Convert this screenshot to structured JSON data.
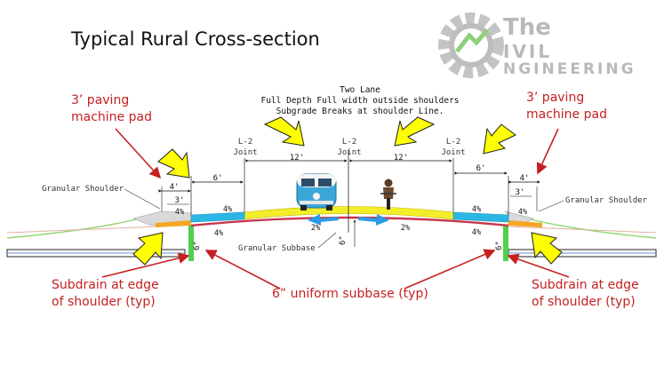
{
  "slide_title": "Typical Rural Cross-section",
  "logo": {
    "line1": "The",
    "line2": "IVIL",
    "line3": "NGINEERING"
  },
  "callouts": {
    "pad_left_line1": "3’ paving",
    "pad_left_line2": "machine pad",
    "pad_right_line1": "3’ paving",
    "pad_right_line2": "machine pad",
    "subdrain_left_line1": "Subdrain at edge",
    "subdrain_left_line2": "of shoulder (typ)",
    "subdrain_right_line1": "Subdrain at edge",
    "subdrain_right_line2": "of shoulder (typ)",
    "subbase": "6” uniform subbase (typ)"
  },
  "header_note": {
    "line1": "Two Lane",
    "line2": "Full Depth Full width outside shoulders",
    "line3": "Subgrade Breaks at shoulder Line."
  },
  "joints": {
    "left_l": "L-2",
    "left_j": "Joint",
    "center_l": "L-2",
    "center_j": "Joint",
    "right_l": "L-2",
    "right_j": "Joint"
  },
  "dimensions": {
    "lane_left": "12'",
    "lane_right": "12'",
    "shoulder_left": "6'",
    "shoulder_right": "6'",
    "pad4_left": "4'",
    "pad4_right": "4'",
    "pad3_left": "3'",
    "pad3_right": "3'",
    "subbase_depth_left": "6\"",
    "subbase_depth_center": "6\"",
    "subbase_depth_right": "6\""
  },
  "slopes": {
    "gran_left": "4%",
    "shoulder_left_top": "4%",
    "shoulder_left_bot": "4%",
    "center_left": "2%",
    "center_right": "2%",
    "shoulder_right_top": "4%",
    "shoulder_right_bot": "4%",
    "gran_right": "4%"
  },
  "layer_labels": {
    "granular_shoulder_left": "Granular Shoulder",
    "granular_shoulder_right": "Granular Shoulder",
    "granular_subbase": "Granular Subbase"
  },
  "colors": {
    "callout_red": "#c62020",
    "arrow_yellow": "#ffff00",
    "pavement_yellow": "#f2ee2a",
    "shoulder_cyan": "#2ab7e6",
    "subbase_red": "#c9374f",
    "ground_green": "#8fd46a",
    "pad_orange": "#f5a623"
  }
}
